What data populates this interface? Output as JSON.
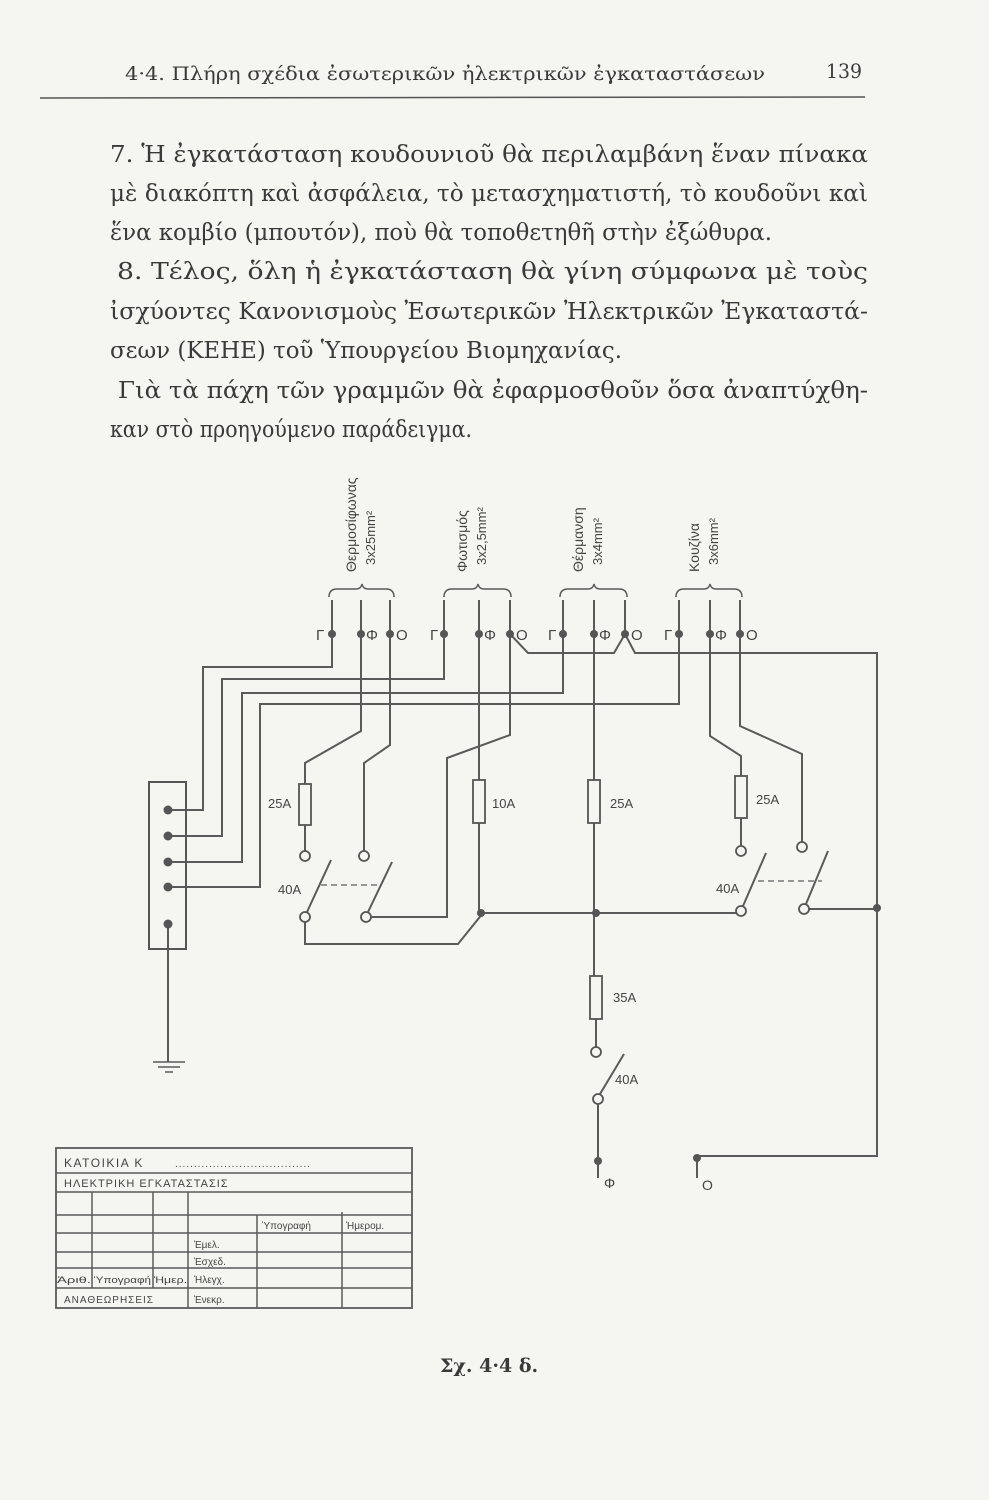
{
  "header": {
    "section_title": "4·4. Πλήρη σχέδια ἐσωτερικῶν ἠλεκτρικῶν ἐγκαταστάσεων",
    "page_number": "139"
  },
  "body_lines": [
    "7. Ἡ ἐγκατάσταση κουδουνιοῦ θὰ περιλαμβάνη ἕναν πίνακα",
    "μὲ διακόπτη καὶ ἀσφάλεια, τὸ μετασχηματιστή, τὸ κουδοῦνι καὶ",
    "ἕνα κομβίο (μπουτόν), ποὺ θὰ τοποθετηθῆ στὴν ἐξώθυρα.",
    "8. Τέλος, ὅλη ἡ ἐγκατάσταση θὰ γίνη σύμφωνα μὲ τοὺς",
    "ἰσχύοντες Κανονισμοὺς Ἐσωτερικῶν Ἠλεκτρικῶν Ἐγκαταστά-",
    "σεων (ΚΕΗΕ) τοῦ Ὑπουργείου Βιομηχανίας.",
    "Γιὰ τὰ πάχη τῶν γραμμῶν θὰ ἐφαρμοσθοῦν ὅσα ἀναπτύχθη-",
    "καν στὸ προηγούμενο παράδειγμα."
  ],
  "diagram": {
    "circuits": [
      {
        "name": "Θερμοσίφωνας",
        "cable": "3x25mm²"
      },
      {
        "name": "Φωτισμός",
        "cable": "3x2,5mm²"
      },
      {
        "name": "Θέρμανση",
        "cable": "3x4mm²"
      },
      {
        "name": "Κουζίνα",
        "cable": "3x6mm²"
      }
    ],
    "terminals": {
      "ground": "Γ",
      "phase": "Φ",
      "neutral": "Ο"
    },
    "fuses": [
      "25A",
      "10A",
      "25A",
      "25A",
      "35A"
    ],
    "breakers": [
      "40A",
      "40A",
      "40A"
    ],
    "supply": {
      "phase": "Φ",
      "neutral": "Ο"
    }
  },
  "title_block": {
    "title": "ΚΑΤΟΙΚΙΑ Κ",
    "dots": "....................................",
    "subtitle": "ΗΛΕΚΤΡΙΚΗ ΕΓΚΑΤΑΣΤΑΣΙΣ",
    "signature_header": "Ὑπογραφή",
    "date_header": "Ἡμερομ.",
    "roles": [
      "Ἐμελ.",
      "Ἐσχεδ.",
      "Ἠλεγχ.",
      "Ἐνεκρ."
    ],
    "revision_columns": [
      "Ἀριθ.",
      "Ὑπογραφή",
      "Ἡμερ."
    ],
    "revisions_label": "ΑΝΑΘΕΩΡΗΣΕΙΣ"
  },
  "caption": "Σχ. 4·4 δ."
}
